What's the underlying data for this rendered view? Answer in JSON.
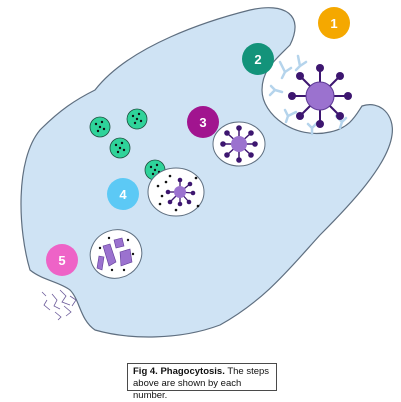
{
  "caption": {
    "title": "Fig 4. Phagocytosis.",
    "text": "The steps above are shown by each number."
  },
  "steps": [
    {
      "label": "1",
      "color": "#f5a800"
    },
    {
      "label": "2",
      "color": "#13937a"
    },
    {
      "label": "3",
      "color": "#a1148f"
    },
    {
      "label": "4",
      "color": "#5cc9f5"
    },
    {
      "label": "5",
      "color": "#ee63c7"
    }
  ],
  "colors": {
    "cell": "#cfe3f4",
    "cell_outline": "#5f6f80",
    "pathogen": "#9b72cf",
    "pathogen_dark": "#3d1670",
    "receptor": "#b5d4ec",
    "bacteria": "#2fd39a",
    "vesicle": "#ffffff"
  }
}
